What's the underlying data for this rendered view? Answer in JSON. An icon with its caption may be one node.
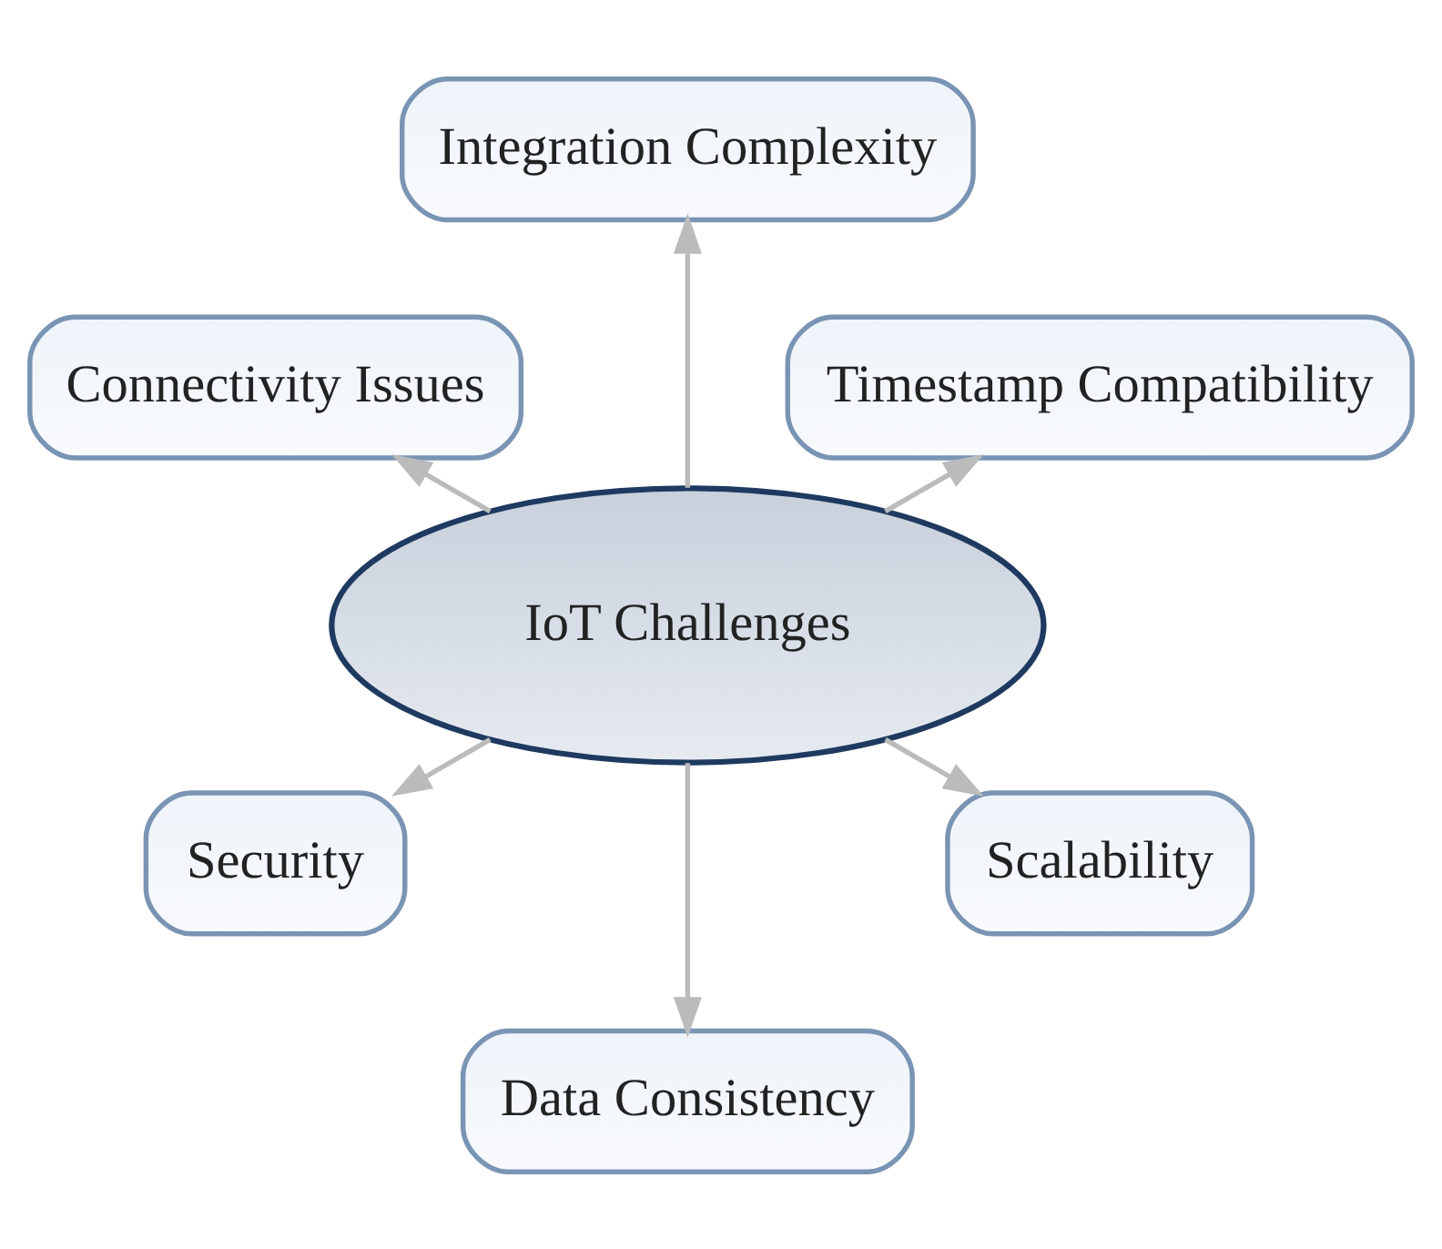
{
  "diagram": {
    "nodes": [
      {
        "text": [
          "IoT Challenges"
        ]
      },
      {
        "text": [
          "Timestamp Compatibility"
        ]
      },
      {
        "text": [
          "Integration Complexity"
        ]
      },
      {
        "text": [
          "Connectivity Issues"
        ]
      },
      {
        "text": [
          "Security"
        ]
      },
      {
        "text": [
          "Data Consistency"
        ]
      },
      {
        "text": [
          "Scalability"
        ]
      }
    ],
    "edges": [
      {
        "from": 0,
        "to": 1,
        "arrow": "to"
      },
      {
        "from": 0,
        "to": 2,
        "arrow": "to"
      },
      {
        "from": 0,
        "to": 3,
        "arrow": "to"
      },
      {
        "from": 0,
        "to": 4,
        "arrow": "to"
      },
      {
        "from": 0,
        "to": 5,
        "arrow": "to"
      },
      {
        "from": 0,
        "to": 6,
        "arrow": "to"
      }
    ]
  }
}
